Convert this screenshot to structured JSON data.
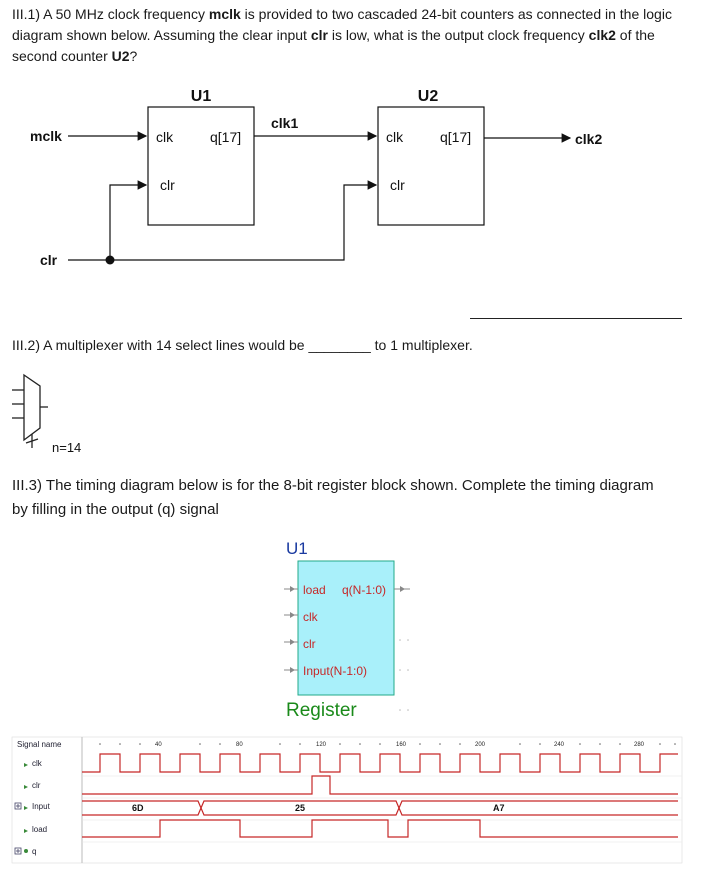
{
  "q1": {
    "prefix": "III.1) A 50 MHz clock frequency ",
    "mclk": "mclk",
    "mid1": " is provided to two cascaded 24-bit counters as connected in the logic diagram shown below.  Assuming the clear input ",
    "clr": "clr",
    "mid2": " is low, what is the output clock frequency ",
    "clk2": "clk2",
    "mid3": " of the second counter ",
    "u2": "U2",
    "end": "?"
  },
  "diagram1": {
    "u1_title": "U1",
    "u2_title": "U2",
    "mclk_label": "mclk",
    "clr_label": "clr",
    "clk1_label": "clk1",
    "clk2_label": "clk2",
    "u1_clk": "clk",
    "u1_clr": "clr",
    "u1_q": "q[17]",
    "u2_clk": "clk",
    "u2_clr": "clr",
    "u2_q": "q[17]"
  },
  "q2": {
    "prefix": "III.2) A multiplexer with 14 select lines would be ",
    "blank": "________",
    "suffix": " to 1 multiplexer.",
    "mux_label": "n=14"
  },
  "q3": {
    "text": "III.3) The timing diagram below is for the 8-bit register block shown. Complete the timing diagram by filling in the output (q) signal"
  },
  "register": {
    "title": "U1",
    "load": "load",
    "output": "q(N-1:0)",
    "clk": "clk",
    "clr": "clr",
    "input": "Input(N-1:0)",
    "caption": "Register",
    "fill_color": "#a9f0fa",
    "caption_color": "#1a8a1a"
  },
  "timing": {
    "header": "Signal name",
    "signals": [
      "clk",
      "clr",
      "Input",
      "load",
      "q"
    ],
    "time_labels": [
      "40",
      "80",
      "120",
      "160",
      "200",
      "240",
      "280"
    ],
    "input_values": [
      "6D",
      "25",
      "A7"
    ]
  }
}
